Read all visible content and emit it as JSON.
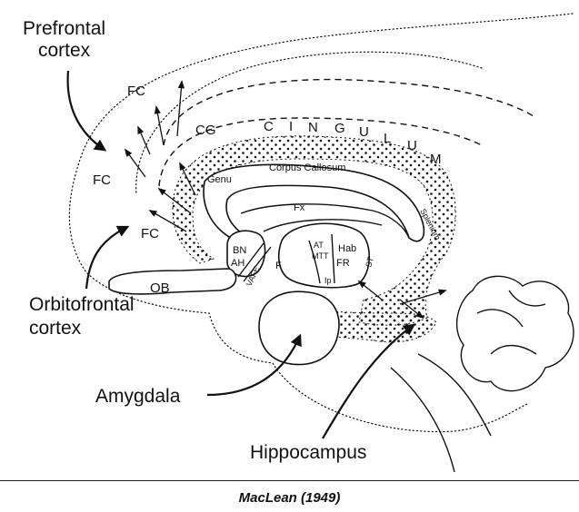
{
  "labels": {
    "prefrontal_line1": "Prefrontal",
    "prefrontal_line2": "cortex",
    "fc_top": "FC",
    "fc_mid": "FC",
    "fc_low": "FC",
    "cg": "CG",
    "cingulum_letters": [
      "C",
      "I",
      "N",
      "G",
      "U",
      "L",
      "U",
      "M"
    ],
    "genu": "Genu",
    "corpus_callosum": "Corpus Callosum",
    "fx": "Fx",
    "splenium": "Splenium",
    "bn": "BN",
    "ah": "AH",
    "vafe": "VAFE",
    "f": "F",
    "at": "AT",
    "mtt": "MTT",
    "hab": "Hab",
    "fr": "FR",
    "st": "ST",
    "ip": "Ip",
    "ob": "OB",
    "orbitofrontal_line1": "Orbitofrontal",
    "orbitofrontal_line2": "cortex",
    "amygdala": "Amygdala",
    "hippocampus": "Hippocampus"
  },
  "caption": "MacLean (1949)"
}
